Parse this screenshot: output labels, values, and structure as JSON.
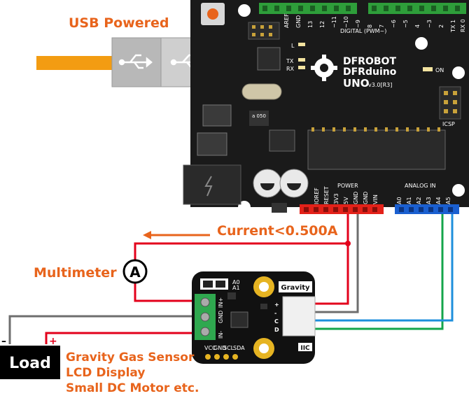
{
  "labels": {
    "usb_powered": "USB Powered",
    "current": "Current<0.500A",
    "multimeter": "Multimeter",
    "ammeter_symbol": "A",
    "load": "Load",
    "load_minus": "–",
    "load_plus": "+",
    "load_examples": [
      "Gravity Gas Sensor",
      "LCD Display",
      "Small DC Motor etc."
    ]
  },
  "board": {
    "brand_line1": "DFROBOT",
    "brand_line2": "DFRduino",
    "model": "UNO",
    "version": "v3.0[R3]",
    "digital_header": "DIGITAL (PWM~)",
    "power_header": "POWER",
    "analog_header": "ANALOG IN",
    "icsp": "ICSP",
    "on_led": "ON",
    "led_l": "L",
    "led_tx": "TX",
    "led_rx": "RX",
    "crystal_marking": "a 050",
    "digital_pins": [
      "AREF",
      "GND",
      "13",
      "12",
      "~11",
      "~10",
      "~9",
      "8",
      "7",
      "~6",
      "~5",
      "4",
      "~3",
      "2",
      "TX 1",
      "RX 0"
    ],
    "power_pins": [
      "IOREF",
      "RESET",
      "3V3",
      "5V",
      "GND",
      "GND",
      "VIN"
    ],
    "analog_pins": [
      "A0",
      "A1",
      "A2",
      "A3",
      "A4",
      "A5"
    ]
  },
  "module": {
    "gravity": "Gravity",
    "iic": "IIC",
    "addr_a0": "A0",
    "addr_a1": "A1",
    "in_plus": "IN+",
    "gnd": "GND",
    "in_minus": "IN-",
    "conn_pins": [
      "+",
      "-",
      "C",
      "D"
    ],
    "bottom_pins": [
      "VCC",
      "GND",
      "SCL",
      "SDA"
    ]
  },
  "colors": {
    "orange": "#e8641c",
    "usb_cable": "#f39c12",
    "wire_red": "#e3001b",
    "wire_gray": "#6e6e6e",
    "wire_green": "#14a54b",
    "wire_blue": "#1e8fdc",
    "board": "#1a1a1a",
    "header_green": "#2e9e3a",
    "header_red": "#e32119",
    "header_blue": "#1a5fd0"
  }
}
